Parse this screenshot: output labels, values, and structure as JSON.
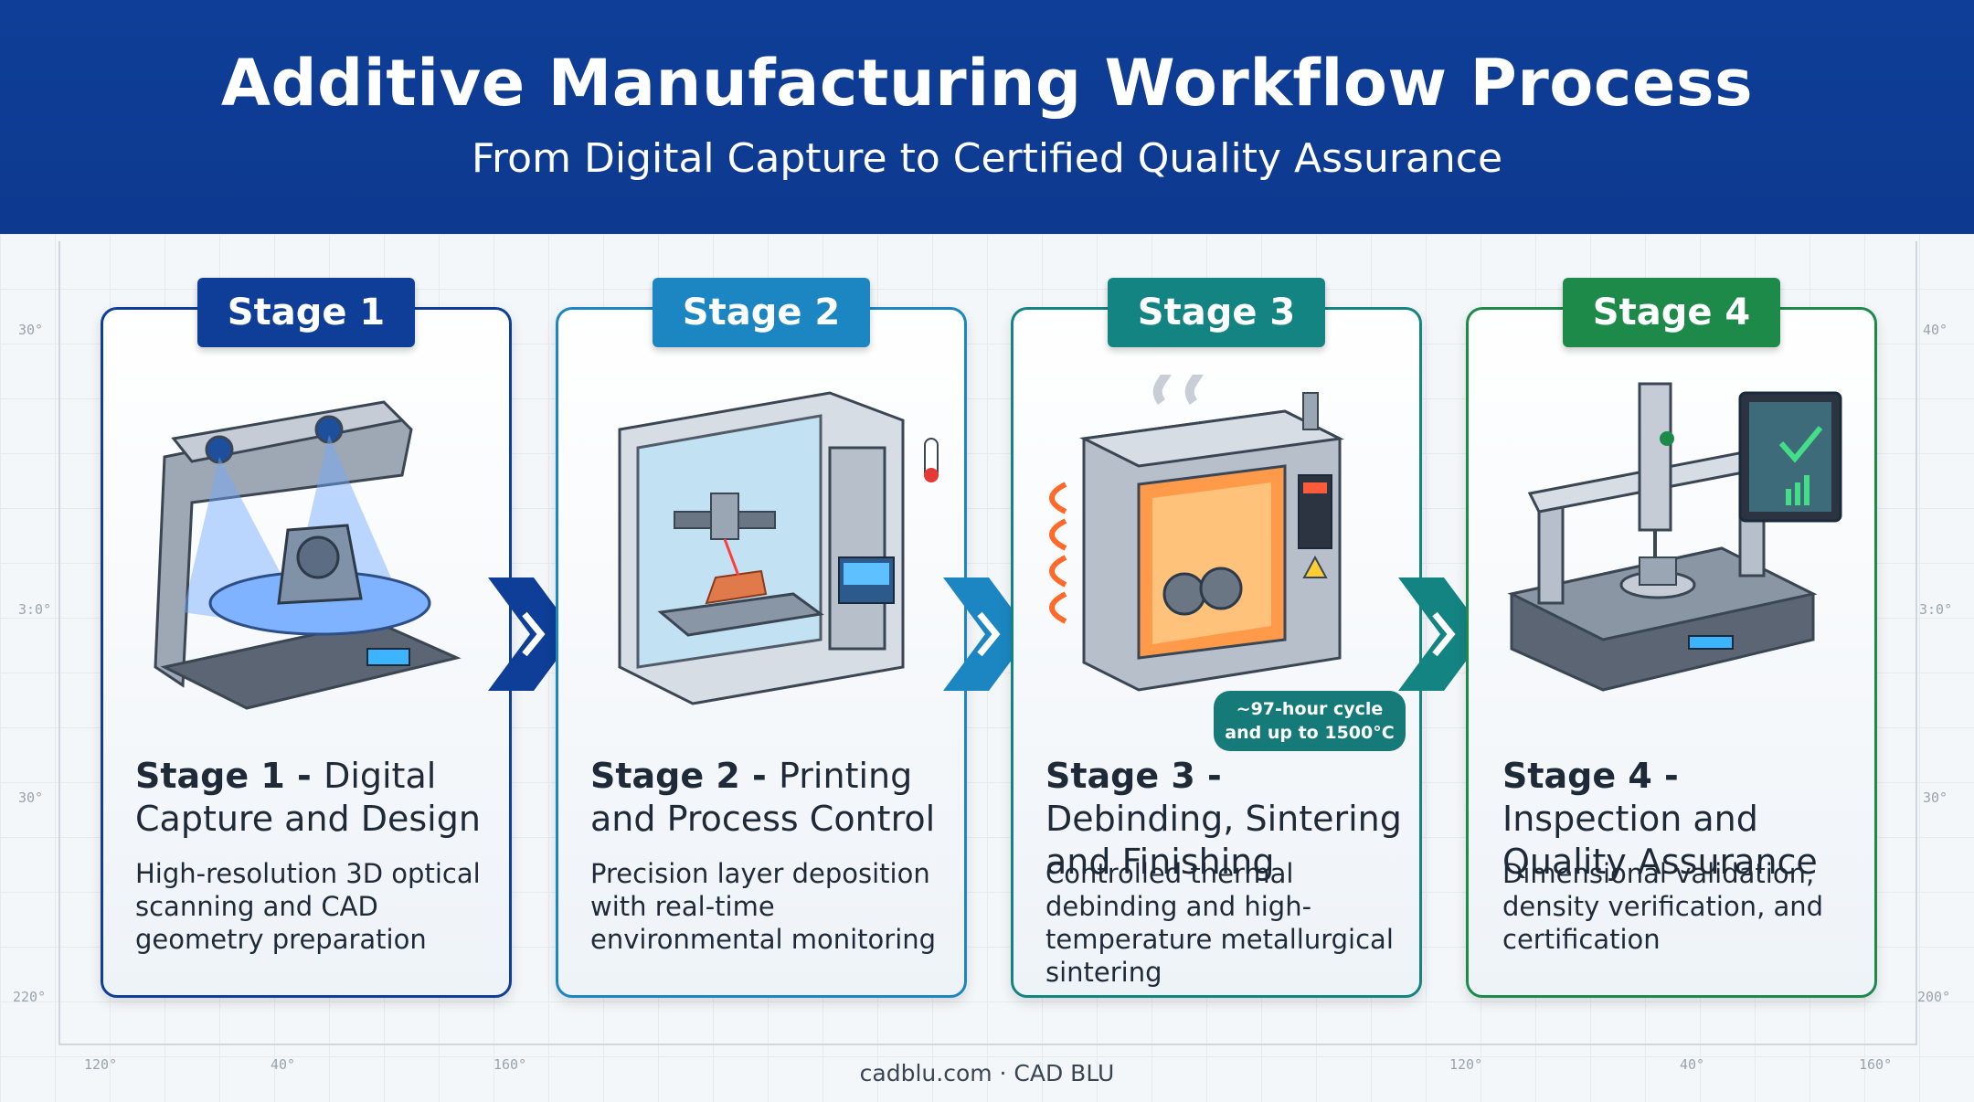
{
  "header": {
    "title": "Additive Manufacturing Workflow Process",
    "subtitle": "From Digital Capture to Certified Quality Assurance"
  },
  "stages": [
    {
      "badge": "Stage 1",
      "title_bold": "Stage 1 - ",
      "title_rest": "Digital Capture and Design",
      "description": "High-resolution 3D optical scanning and CAD geometry preparation",
      "color": "#0f3e98",
      "illustration": "3d-scanner-icon"
    },
    {
      "badge": "Stage 2",
      "title_bold": "Stage 2 - ",
      "title_rest": "Printing and Process Control",
      "description": "Precision layer deposition with real-time environmental monitoring",
      "color": "#1b86c2",
      "illustration": "3d-printer-icon"
    },
    {
      "badge": "Stage 3",
      "title_bold": "Stage 3 - ",
      "title_rest": "Debinding, Sintering and Finishing",
      "description": "Controlled thermal debinding and high-temperature metallurgical sintering",
      "color": "#148483",
      "illustration": "sintering-furnace-icon"
    },
    {
      "badge": "Stage 4",
      "title_bold": "Stage 4 - ",
      "title_rest": "Inspection and Quality Assurance",
      "description": "Dimensional validation, density verification, and certification",
      "color": "#1d8a4a",
      "illustration": "cmm-inspection-icon"
    }
  ],
  "callout": {
    "line1": "~97-hour cycle",
    "line2": "and up to 1500°C"
  },
  "footer": "cadblu.com · CAD BLU",
  "ticks": {
    "left": [
      "30°",
      "3:0°",
      "30°",
      "220°"
    ],
    "right": [
      "40°",
      "3:0°",
      "30°",
      "200°"
    ],
    "bottom": [
      "120°",
      "40°",
      "160°",
      "120°",
      "40°",
      "160°"
    ]
  }
}
